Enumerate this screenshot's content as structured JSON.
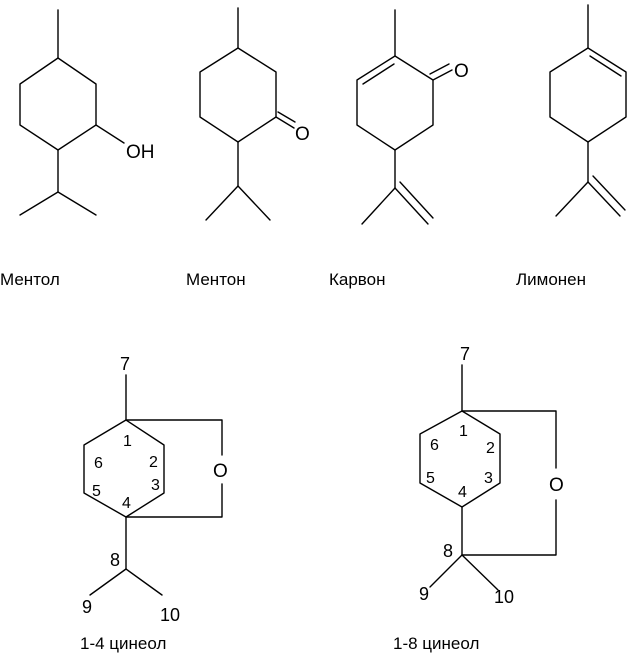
{
  "captions": {
    "menthol": "Ментол",
    "menthone": "Ментон",
    "carvone": "Карвон",
    "limonene": "Лимонен",
    "cineole14": "1-4 цинеол",
    "cineole18": "1-8 цинеол"
  },
  "atoms": {
    "oh": "OH",
    "oxygen": "O"
  },
  "numbering": {
    "c1": "1",
    "c2": "2",
    "c3": "3",
    "c4": "4",
    "c5": "5",
    "c6": "6",
    "c7": "7",
    "c8": "8",
    "c9": "9",
    "c10": "10"
  }
}
